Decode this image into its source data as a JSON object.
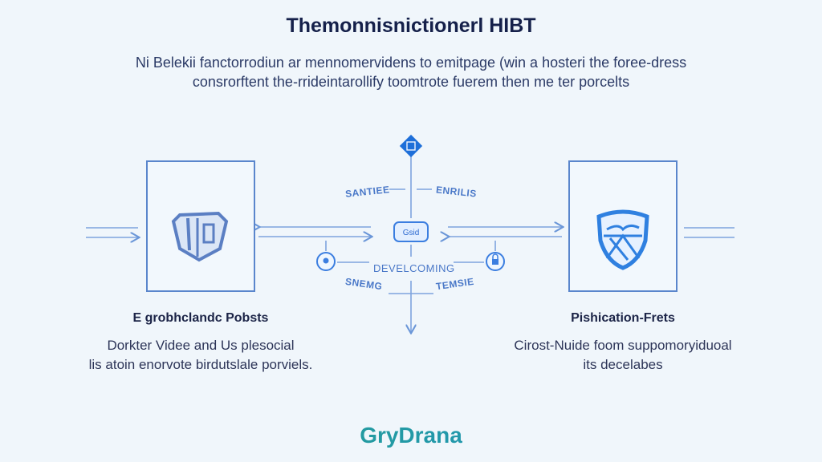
{
  "header": {
    "title": "Themonnisnictionerl HIBT",
    "subtitle_line1": "Ni Belekii fanctorrodiun ar mennomervidens to emitpage (win a hosteri the foree-dress",
    "subtitle_line2": "consrorftent the-rrideintarollify toomtrote fuerem then me ter porcelts"
  },
  "diagram": {
    "labels": {
      "top_left": "SANTIEE",
      "top_right": "ENRILIS",
      "center": "DEVELCOMING",
      "bottom_left": "SNEMG",
      "bottom_right": "TEMSIE",
      "chip": "Gsid"
    },
    "icons": [
      "document-icon",
      "chip-icon",
      "user-icon",
      "lock-icon",
      "building-shield-icon",
      "shield-crest-icon"
    ],
    "accent": "#1e6fd9"
  },
  "left_panel": {
    "caption": "E grobhclandc Pobsts",
    "desc_line1": "Dorkter Videe and Us plesocial",
    "desc_line2": "lis atoin enorvote birdutslale porviels."
  },
  "right_panel": {
    "caption": "Pishication-Frets",
    "desc_line1": "Cirost-Nuide foom suppomoryiduoal",
    "desc_line2": "its decelabes"
  },
  "footer": {
    "logo": "GryDrana"
  }
}
